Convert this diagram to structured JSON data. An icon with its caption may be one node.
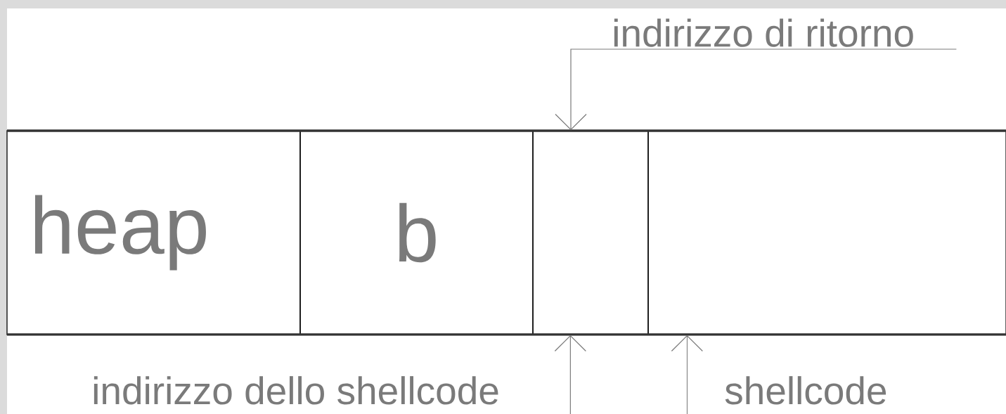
{
  "diagram": {
    "nodes": [
      {
        "text": [
          "heap"
        ]
      },
      {
        "text": [
          "b"
        ]
      },
      {
        "text": [],
        "shape": "box"
      },
      {
        "text": [],
        "shape": "box"
      },
      {
        "text": [
          "indirizzo di ritorno"
        ]
      }
    ],
    "edges": [
      {
        "from": 4,
        "to": 2,
        "arrow": "to"
      },
      {
        "from": null,
        "to": 2,
        "arrow": "to"
      },
      {
        "from": null,
        "to": 3,
        "arrow": "to"
      }
    ],
    "labels": [
      "indirizzo dello shellcode",
      "shellcode"
    ]
  }
}
